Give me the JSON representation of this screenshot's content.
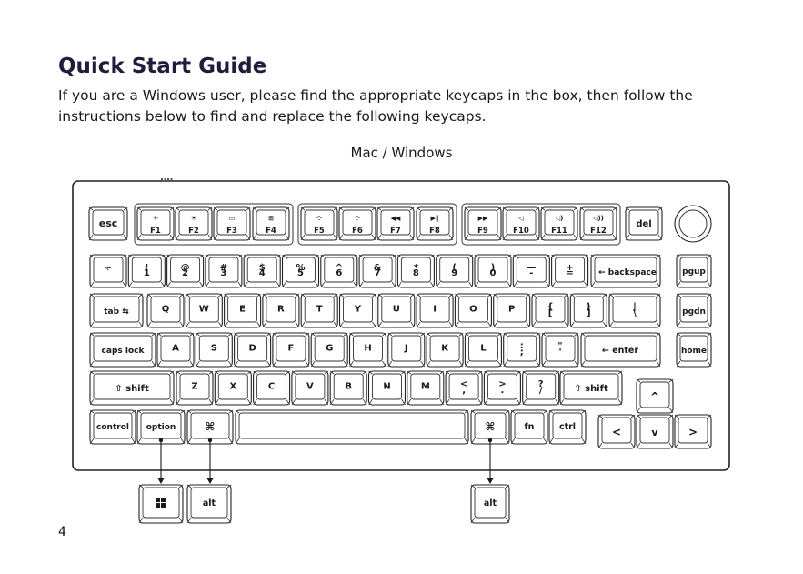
{
  "title": "Quick Start Guide",
  "intro": "If you are a Windows user, please find the appropriate keycaps in the box, then follow the instructions below to find and replace the following keycaps.",
  "layout_label": "Mac / Windows",
  "page_number": "4",
  "keys": {
    "esc": "esc",
    "f1": "F1",
    "f2": "F2",
    "f3": "F3",
    "f4": "F4",
    "f5": "F5",
    "f6": "F6",
    "f7": "F7",
    "f8": "F8",
    "f9": "F9",
    "f10": "F10",
    "f11": "F11",
    "f12": "F12",
    "del": "del",
    "grave": [
      "~",
      "`"
    ],
    "n1": [
      "!",
      "1"
    ],
    "n2": [
      "@",
      "2"
    ],
    "n3": [
      "#",
      "3"
    ],
    "n4": [
      "$",
      "4"
    ],
    "n5": [
      "%",
      "5"
    ],
    "n6": [
      "^",
      "6"
    ],
    "n7": [
      "&",
      "7"
    ],
    "n8": [
      "*",
      "8"
    ],
    "n9": [
      "(",
      "9"
    ],
    "n0": [
      ")",
      "0"
    ],
    "minus": [
      "—",
      "-"
    ],
    "equal": [
      "+",
      "="
    ],
    "backspace": "backspace",
    "pgup": "pgup",
    "tab": "tab",
    "q": "Q",
    "w": "W",
    "e": "E",
    "r": "R",
    "t": "T",
    "y": "Y",
    "u": "U",
    "i": "I",
    "o": "O",
    "p": "P",
    "lbracket": [
      "{",
      "["
    ],
    "rbracket": [
      "}",
      "]"
    ],
    "backslash": [
      "|",
      "\\"
    ],
    "pgdn": "pgdn",
    "capslock": "caps lock",
    "a": "A",
    "s": "S",
    "d": "D",
    "f": "F",
    "g": "G",
    "h": "H",
    "j": "J",
    "k": "K",
    "l": "L",
    "semicolon": [
      ":",
      ";"
    ],
    "quote": [
      "\"",
      "'"
    ],
    "enter": "enter",
    "home": "home",
    "shift_left": "shift",
    "z": "Z",
    "x": "X",
    "c": "C",
    "v": "V",
    "b": "B",
    "n": "N",
    "m": "M",
    "comma": [
      "<",
      ","
    ],
    "period": [
      ">",
      "."
    ],
    "slash": [
      "?",
      "/"
    ],
    "shift_right": "shift",
    "control": "control",
    "option": "option",
    "command": "⌘",
    "fn": "fn",
    "ctrl": "ctrl"
  },
  "replacement_keys": {
    "windows": "windows-logo",
    "alt_left": "alt",
    "alt_right": "alt"
  },
  "colors": {
    "ink": "#1a1a1a",
    "title": "#1e1e3c",
    "key_fill": "#ffffff",
    "stroke": "#222222"
  }
}
